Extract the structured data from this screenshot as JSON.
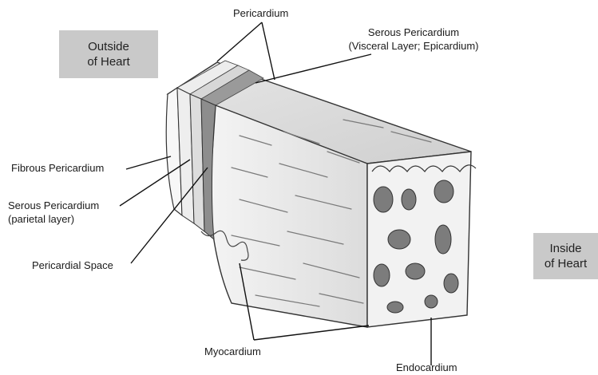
{
  "boxes": {
    "outside": {
      "line1": "Outside",
      "line2": "of Heart"
    },
    "inside": {
      "line1": "Inside",
      "line2": "of Heart"
    }
  },
  "labels": {
    "pericardium": "Pericardium",
    "serous_visceral_line1": "Serous Pericardium",
    "serous_visceral_line2": "(Visceral Layer; Epicardium)",
    "fibrous": "Fibrous Pericardium",
    "serous_parietal_line1": "Serous Pericardium",
    "serous_parietal_line2": "(parietal layer)",
    "pericardial_space": "Pericardial Space",
    "myocardium": "Myocardium",
    "endocardium": "Endocardium"
  }
}
